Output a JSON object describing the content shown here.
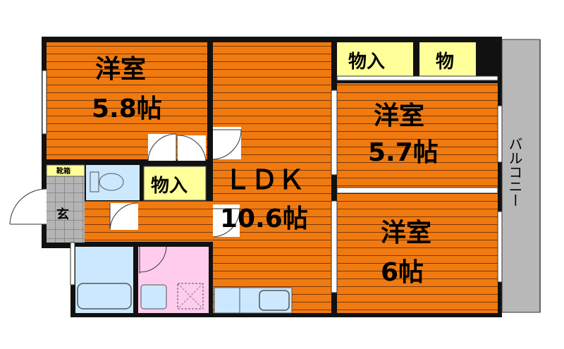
{
  "rooms": {
    "western_nw": {
      "name": "洋室",
      "size": "5.8帖"
    },
    "western_ne": {
      "name": "洋室",
      "size": "5.7帖"
    },
    "western_se": {
      "name": "洋室",
      "size": "6帖"
    },
    "ldk": {
      "name": "ＬＤＫ",
      "size": "10.6帖"
    }
  },
  "storage": {
    "closet_center": "物入",
    "closet_top_left": "物入",
    "closet_top_right": "物"
  },
  "entrance": {
    "label": "玄",
    "shoe_box": "靴箱"
  },
  "balcony": {
    "label": "バルコニー"
  },
  "colors": {
    "floor_wood": "#F07A10",
    "floor_line": "#7A3A08",
    "wall": "#111111",
    "closet": "#FFFF99",
    "bath": "#CCE8FF",
    "washroom": "#FFCCEE",
    "entrance_tile": "#B4B4B4",
    "balcony": "#B8B8B8"
  }
}
